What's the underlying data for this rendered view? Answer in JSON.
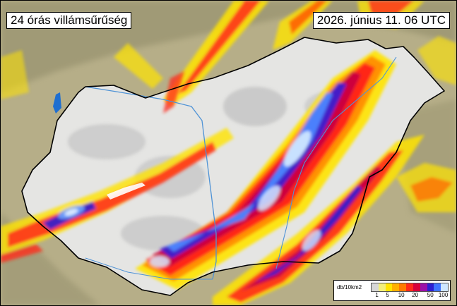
{
  "title": "24 órás villámsűrűség",
  "timestamp": "2026. június 11. 06 UTC",
  "legend": {
    "unit": "db/10km2",
    "ticks": [
      "1",
      "5",
      "10",
      "20",
      "50",
      "100"
    ],
    "colors": [
      "#d7d7d7",
      "#f3ef7a",
      "#ffe400",
      "#ffb000",
      "#ff7a00",
      "#ff2a1a",
      "#d8003a",
      "#9b10a8",
      "#2d1fd1",
      "#3f74ff",
      "#cfe6ff"
    ]
  },
  "map": {
    "region": "Hungary",
    "layer": "lightning-density",
    "colors": {
      "terrain": "#b9b08a",
      "country": "#e4e4e2",
      "river": "#4f93d6",
      "lake": "#1f6fd0",
      "border": "#000000"
    }
  }
}
